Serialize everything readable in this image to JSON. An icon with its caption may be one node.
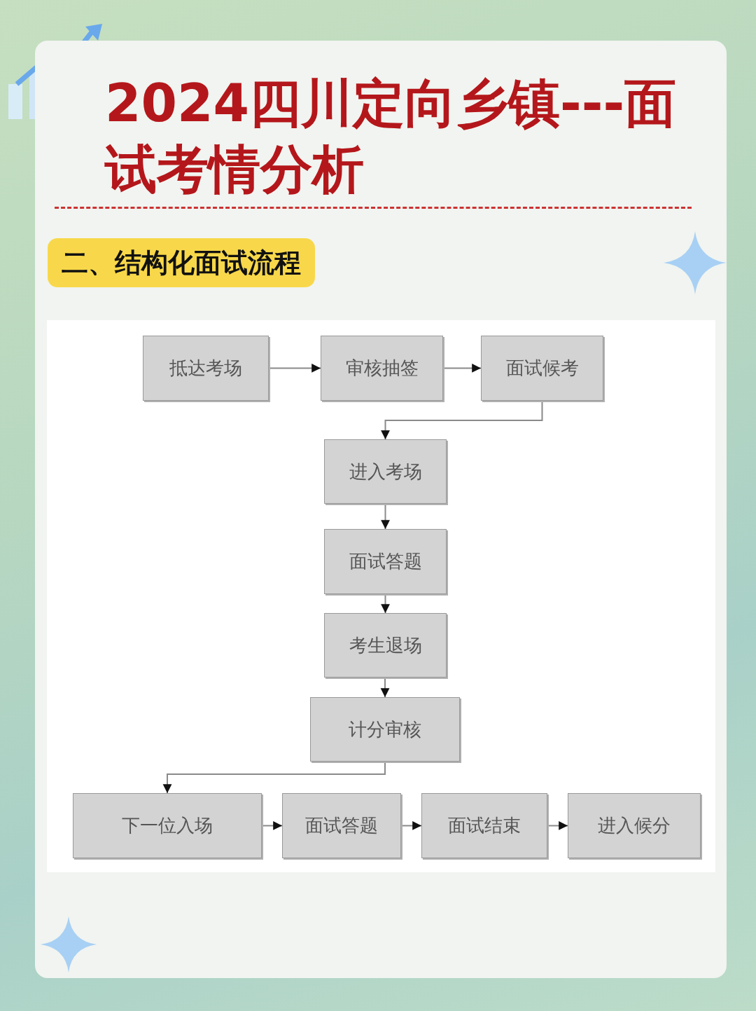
{
  "diagram": {
    "title": "2024四川定向乡镇---面试考情分析",
    "nodes": [
      {
        "text": [
          "抵达考场"
        ]
      },
      {
        "text": [
          "审核抽签"
        ]
      },
      {
        "text": [
          "面试候考"
        ]
      },
      {
        "text": [
          "进入考场"
        ]
      },
      {
        "text": [
          "面试答题"
        ]
      },
      {
        "text": [
          "考生退场"
        ]
      },
      {
        "text": [
          "计分审核"
        ]
      },
      {
        "text": [
          "下一位入场"
        ]
      },
      {
        "text": [
          "面试答题"
        ]
      },
      {
        "text": [
          "面试结束"
        ]
      },
      {
        "text": [
          "进入候分"
        ]
      }
    ],
    "edges": [
      {
        "from": 0,
        "to": 1,
        "arrow": "to"
      },
      {
        "from": 1,
        "to": 2,
        "arrow": "to"
      },
      {
        "from": 2,
        "to": 3,
        "arrow": "to"
      },
      {
        "from": 3,
        "to": 4,
        "arrow": "to"
      },
      {
        "from": 4,
        "to": 5,
        "arrow": "to"
      },
      {
        "from": 5,
        "to": 6,
        "arrow": "to"
      },
      {
        "from": 6,
        "to": 7,
        "arrow": "to"
      },
      {
        "from": 7,
        "to": 8,
        "arrow": "to"
      },
      {
        "from": 8,
        "to": 9,
        "arrow": "to"
      },
      {
        "from": 9,
        "to": 10,
        "arrow": "to"
      }
    ],
    "labels": [
      "二、结构化面试流程"
    ]
  }
}
